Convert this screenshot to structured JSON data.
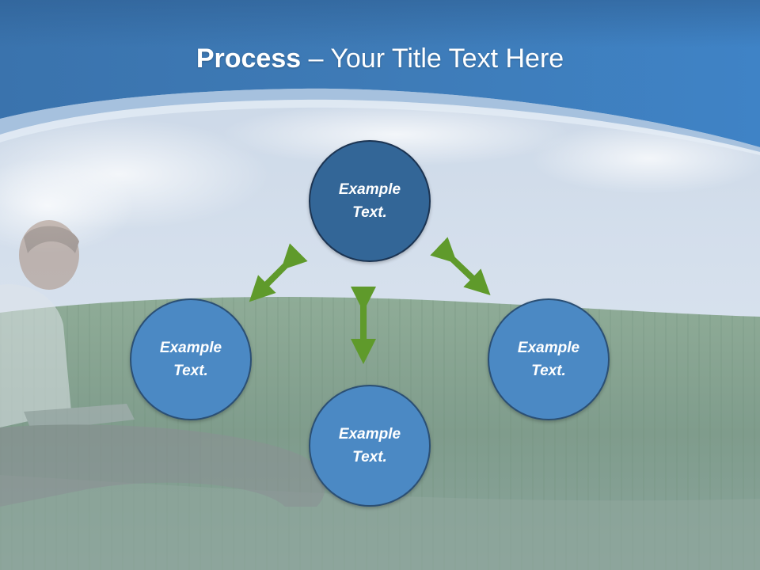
{
  "title": {
    "bold": "Process",
    "rest": " – Your Title Text Here"
  },
  "nodes": {
    "top": {
      "line1": "Example",
      "line2": "Text."
    },
    "left": {
      "line1": "Example",
      "line2": "Text."
    },
    "right": {
      "line1": "Example",
      "line2": "Text."
    },
    "bottom": {
      "line1": "Example",
      "line2": "Text."
    }
  },
  "colors": {
    "header_blue": "#3a77b3",
    "node_dark": "#336697",
    "node_light": "#4b89c4",
    "arrow_green": "#5f9a2b"
  }
}
